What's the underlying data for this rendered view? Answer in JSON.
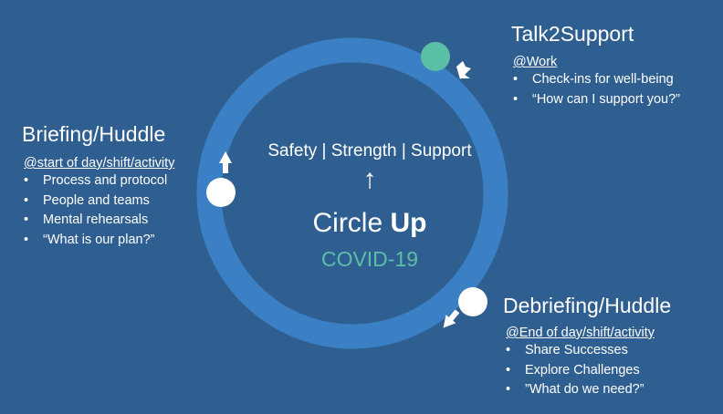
{
  "center": {
    "tagline": "Safety | Strength | Support",
    "arrow_glyph": "↑",
    "title_part1": "Circle",
    "title_part2": "Up",
    "subtitle": "COVID-19"
  },
  "sections": {
    "briefing": {
      "title": "Briefing/Huddle",
      "subtitle": "@start of day/shift/activity",
      "items": [
        "Process and protocol",
        "People and teams",
        "Mental rehearsals",
        "“What is our plan?”"
      ]
    },
    "talk2support": {
      "title": "Talk2Support",
      "subtitle": "@Work",
      "items": [
        "Check-ins for well-being",
        "“How can I support you?”"
      ]
    },
    "debriefing": {
      "title": "Debriefing/Huddle",
      "subtitle": "@End of day/shift/activity",
      "items": [
        "Share Successes",
        "Explore Challenges",
        "”What do we need?”"
      ]
    }
  },
  "colors": {
    "background": "#2f5f91",
    "ring": "#3b7fc4",
    "accent_teal": "#5bbfa5",
    "node_white": "#ffffff",
    "text": "#ffffff"
  }
}
